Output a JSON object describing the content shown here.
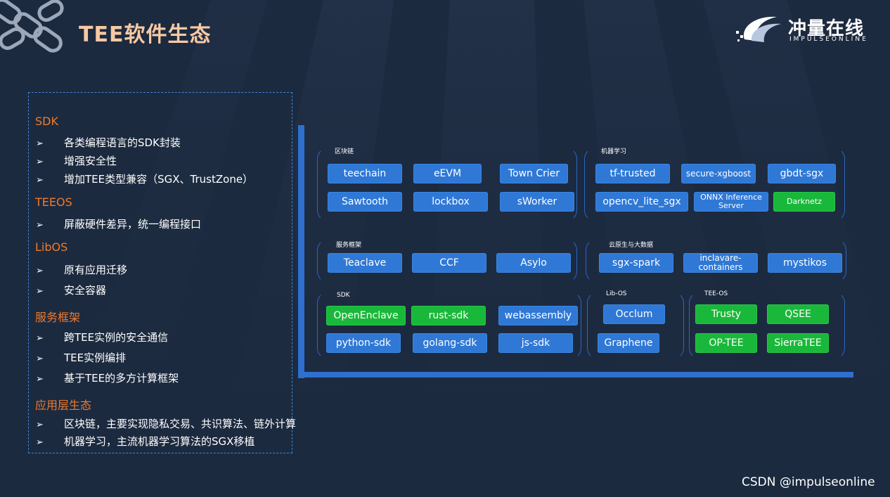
{
  "header": {
    "title": "TEE软件生态",
    "logo_cn": "冲量在线",
    "logo_en": "IMPULSEONLINE"
  },
  "outline": {
    "sections": [
      {
        "title": "SDK",
        "items": [
          "各类编程语言的SDK封装",
          "增强安全性",
          "增加TEE类型兼容（SGX、TrustZone）"
        ]
      },
      {
        "title": "TEEOS",
        "items": [
          "屏蔽硬件差异，统一编程接口"
        ]
      },
      {
        "title": "LibOS",
        "items": [
          "原有应用迁移",
          "安全容器"
        ]
      },
      {
        "title": "服务框架",
        "items": [
          "跨TEE实例的安全通信",
          "TEE实例编排",
          "基于TEE的多方计算框架"
        ]
      },
      {
        "title": "应用层生态",
        "items": [
          "区块链，主要实现隐私交易、共识算法、链外计算",
          "机器学习，主流机器学习算法的SGX移植"
        ]
      }
    ],
    "bullet_glyph": "➢"
  },
  "diagram": {
    "groups": {
      "blockchain": {
        "label": "区块链",
        "items": [
          "teechain",
          "eEVM",
          "Town Crier",
          "Sawtooth",
          "lockbox",
          "sWorker"
        ]
      },
      "ml": {
        "label": "机器学习",
        "items": [
          "tf-trusted",
          "secure-xgboost",
          "gbdt-sgx",
          "opencv_lite_sgx",
          "ONNX Inference Server",
          "Darknetz"
        ]
      },
      "service": {
        "label": "服务框架",
        "items": [
          "Teaclave",
          "CCF",
          "Asylo"
        ]
      },
      "cloud": {
        "label": "云原生与大数据",
        "items": [
          "sgx-spark",
          "inclavare-containers",
          "mystikos"
        ]
      },
      "sdk": {
        "label": "SDK",
        "items": [
          "OpenEnclave",
          "rust-sdk",
          "webassembly",
          "python-sdk",
          "golang-sdk",
          "js-sdk"
        ]
      },
      "libos": {
        "label": "Lib-OS",
        "items": [
          "Occlum",
          "Graphene"
        ]
      },
      "teeos": {
        "label": "TEE-OS",
        "items": [
          "Trusty",
          "QSEE",
          "OP-TEE",
          "SierraTEE"
        ]
      }
    }
  },
  "watermark": "CSDN @impulseonline",
  "colors": {
    "background": "#1c2a3f",
    "title": "#f7c9a3",
    "section_heading": "#ef7b2c",
    "chip_blue": "#2f78d6",
    "chip_green": "#1ab83a",
    "axis": "#2f6fd0"
  }
}
